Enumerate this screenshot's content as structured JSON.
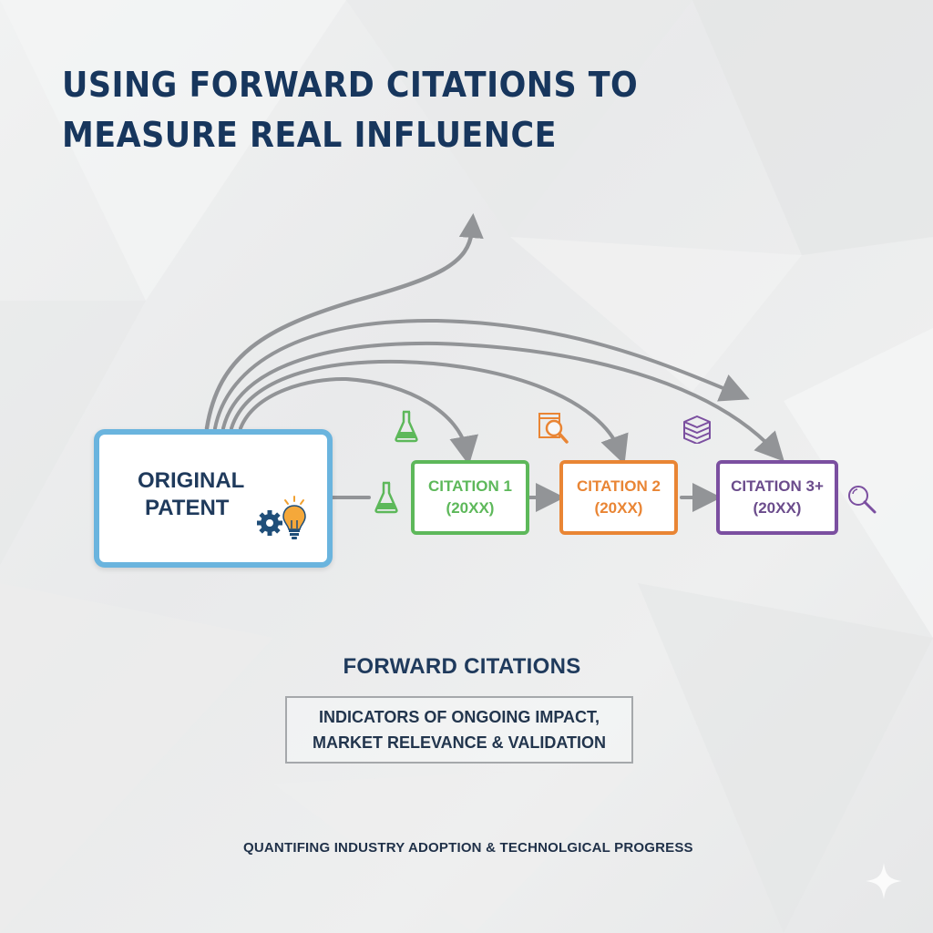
{
  "title": {
    "line1": "USING FORWARD CITATIONS TO",
    "line2": "MEASURE REAL INFLUENCE"
  },
  "diagram": {
    "original_patent": {
      "line1": "ORIGINAL",
      "line2": "PATENT",
      "border_color": "#6ab4de",
      "icons": [
        "gear-icon",
        "lightbulb-icon"
      ]
    },
    "citations": [
      {
        "line1": "CITATION 1",
        "line2": "(20XX)",
        "color": "#5db85a",
        "icon": "flask-icon"
      },
      {
        "line1": "CITATION 2",
        "line2": "(20XX)",
        "color": "#e98534",
        "icon": "document-search-icon"
      },
      {
        "line1": "CITATION 3+",
        "line2": "(20XX)",
        "color": "#7b4fa0",
        "icon": "stacked-books-icon"
      }
    ],
    "side_icons": [
      "flask-icon",
      "magnifier-icon"
    ],
    "arrow_color": "#929497"
  },
  "section": {
    "heading": "FORWARD CITATIONS",
    "description_line1": "INDICATORS OF ONGOING IMPACT,",
    "description_line2": "MARKET RELEVANCE & VALIDATION"
  },
  "footer": {
    "text": "QUANTIFING INDUSTRY ADOPTION & TECHNOLGICAL PROGRESS"
  }
}
